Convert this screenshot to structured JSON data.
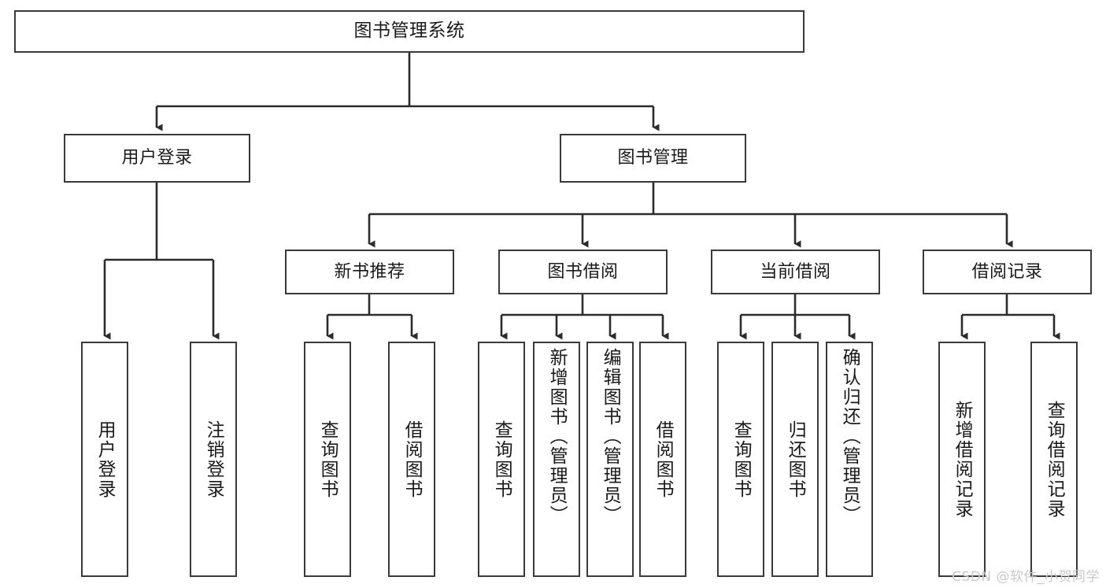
{
  "diagram": {
    "type": "tree",
    "title": "图书管理系统",
    "style": {
      "box_border": "#3a3a3a",
      "box_fill": "#ffffff",
      "line_color": "#2b2b2b",
      "text_color": "#1a1a1a",
      "background": "#ffffff"
    },
    "root": {
      "label": "图书管理系统"
    },
    "level2": [
      {
        "label": "用户登录"
      },
      {
        "label": "图书管理"
      }
    ],
    "level3": [
      {
        "label": "新书推荐"
      },
      {
        "label": "图书借阅"
      },
      {
        "label": "当前借阅"
      },
      {
        "label": "借阅记录"
      }
    ],
    "leaves": {
      "user_login": [
        {
          "label": "用户登录"
        },
        {
          "label": "注销登录"
        }
      ],
      "new_books": [
        {
          "label": "查询图书"
        },
        {
          "label": "借阅图书"
        }
      ],
      "book_borrow": [
        {
          "label": "查询图书"
        },
        {
          "label": "新增图书（管理员）"
        },
        {
          "label": "编辑图书（管理员）"
        },
        {
          "label": "借阅图书"
        }
      ],
      "current_borrow": [
        {
          "label": "查询图书"
        },
        {
          "label": "归还图书"
        },
        {
          "label": "确认归还（管理员）"
        }
      ],
      "borrow_records": [
        {
          "label": "新增借阅记录"
        },
        {
          "label": "查询借阅记录"
        }
      ]
    }
  },
  "watermark": {
    "text": "CSDN @软件_小贺同学"
  }
}
